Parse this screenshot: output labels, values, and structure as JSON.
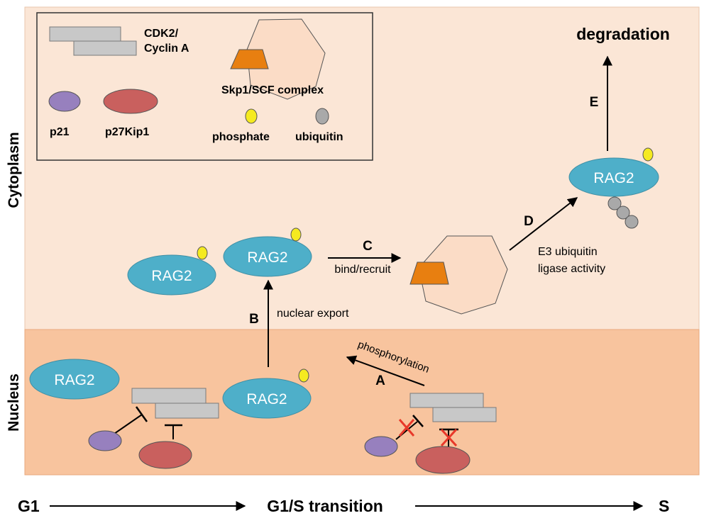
{
  "regions": {
    "cytoplasm": "Cytoplasm",
    "nucleus": "Nucleus"
  },
  "legend": {
    "cdk2_cyclin_a_line1": "CDK2/",
    "cdk2_cyclin_a_line2": "Cyclin A",
    "skp1_scf": "Skp1/SCF complex",
    "p21": "p21",
    "p27kip1": "p27Kip1",
    "phosphate": "phosphate",
    "ubiquitin": "ubiquitin"
  },
  "proteins": {
    "rag2": "RAG2"
  },
  "steps": {
    "a_label": "A",
    "a_text": "phosphorylation",
    "b_label": "B",
    "b_text": "nuclear export",
    "c_label": "C",
    "c_text": "bind/recruit",
    "d_label": "D",
    "d_text_line1": "E3 ubiquitin",
    "d_text_line2": "ligase activity",
    "e_label": "E",
    "e_text": "degradation"
  },
  "timeline": {
    "start": "G1",
    "middle": "G1/S transition",
    "end": "S"
  },
  "colors": {
    "cytoplasm": "#fbe6d6",
    "nucleus": "#f8c49e",
    "rag2": "#4eafc9",
    "p21": "#9780be",
    "p27kip1": "#c9605e",
    "phosphate": "#f5ea20",
    "ubiquitin": "#a9a9a9",
    "cdk2": "#c8c8c8",
    "skp1": "#e87f10",
    "scf": "#fbdcc6",
    "inhibition_block": "#e8382a"
  }
}
